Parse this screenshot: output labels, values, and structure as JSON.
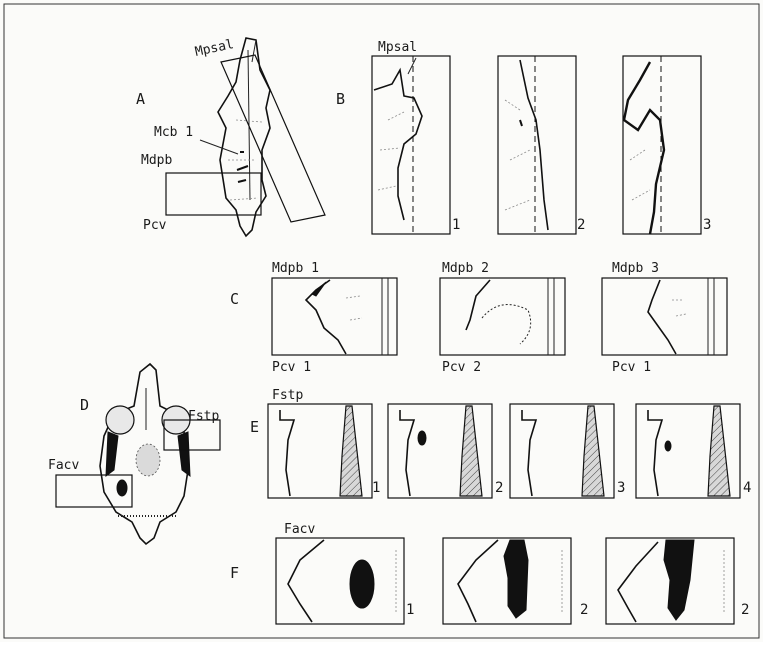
{
  "panel_letters": [
    "A",
    "B",
    "C",
    "D",
    "E",
    "F"
  ],
  "panel_a": {
    "labels": [
      "Mpsal",
      "Mcb 1",
      "Mdpb",
      "Pcv"
    ]
  },
  "panel_b": {
    "label": "Mpsal",
    "numbers": [
      "1",
      "2",
      "3"
    ]
  },
  "panel_c": {
    "top_labels": [
      "Mdpb 1",
      "Mdpb 2",
      "Mdpb 3"
    ],
    "bottom_labels": [
      "Pcv 1",
      "Pcv 2",
      "Pcv 1"
    ]
  },
  "panel_d": {
    "labels": [
      "Fstp",
      "Facv"
    ]
  },
  "panel_e": {
    "label": "Fstp",
    "numbers": [
      "1",
      "2",
      "3",
      "4"
    ]
  },
  "panel_f": {
    "label": "Facv",
    "numbers": [
      "1",
      "2",
      "2"
    ]
  }
}
